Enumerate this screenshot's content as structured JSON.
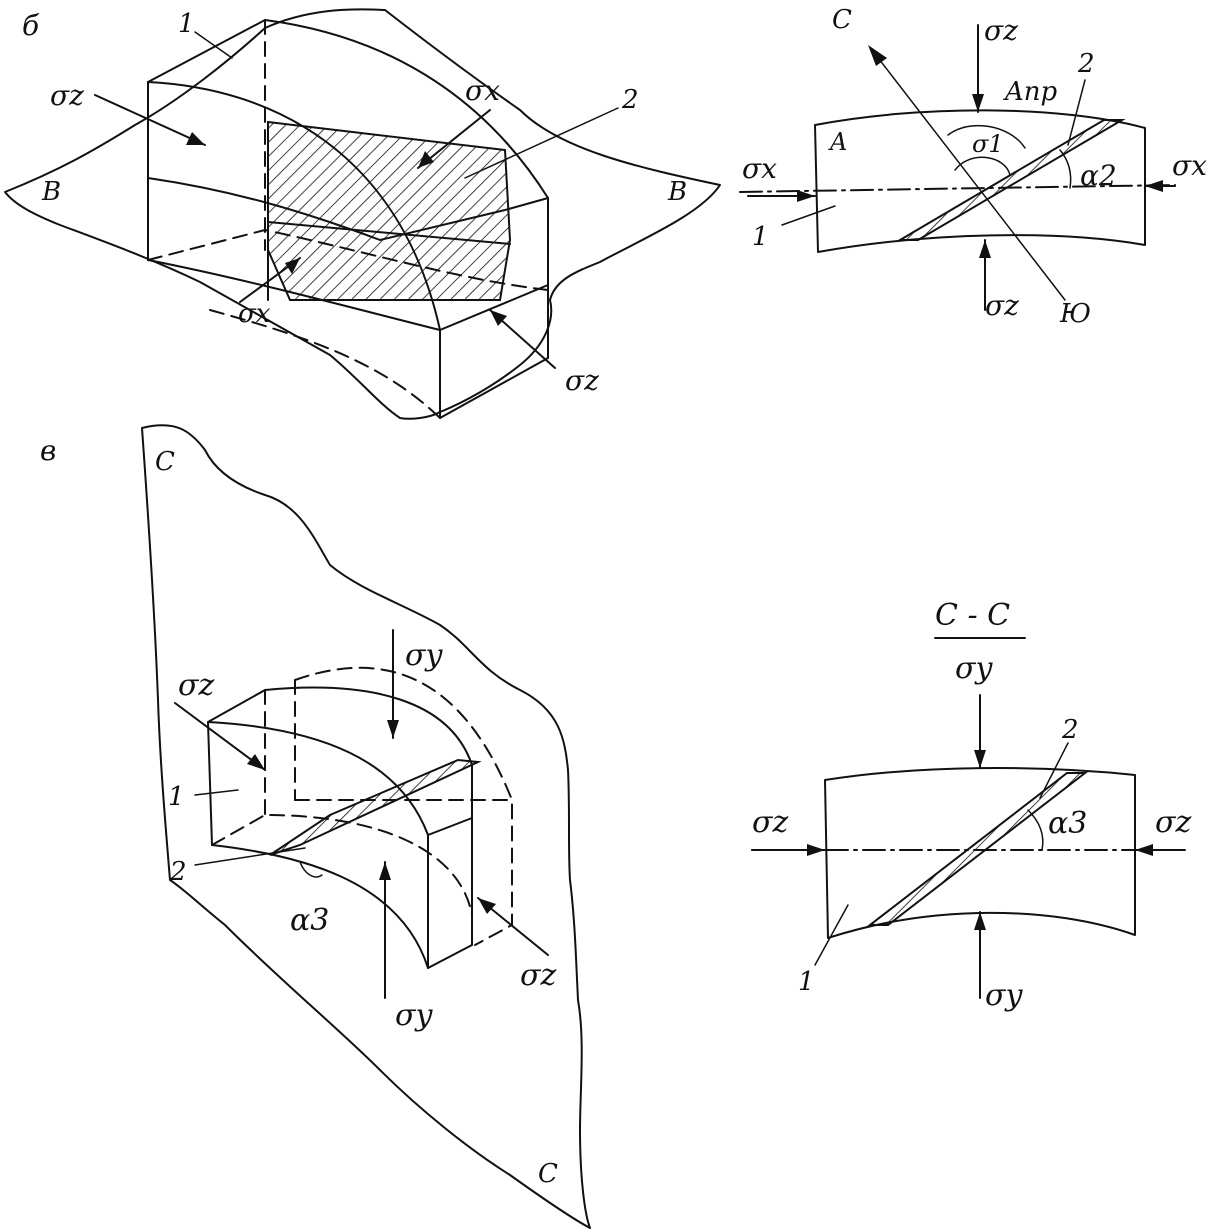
{
  "labels": {
    "panel_b": "б",
    "panel_v": "в",
    "plane_B_left": "В",
    "plane_B_right": "В",
    "plane_C_top": "С",
    "plane_C_bottom": "С",
    "block_1_b": "1",
    "fault_2_b": "2",
    "sigma_z_b_left": "σz",
    "sigma_x_b_top": "σx",
    "sigma_x_b_bottom": "σx",
    "sigma_z_b_bottom": "σz",
    "sec_north": "С",
    "sec_south": "Ю",
    "sec_sigma_z_top": "σz",
    "sec_sigma_z_bottom": "σz",
    "sec_sigma_x_left": "σx",
    "sec_sigma_x_right": "σx",
    "sec_A": "A",
    "sec_A_pr": "Aпр",
    "sec_sigma_1": "σ1",
    "sec_alpha_2": "α2",
    "sec_1": "1",
    "sec_2": "2",
    "v_sigma_z_top": "σz",
    "v_sigma_y_top": "σy",
    "v_1": "1",
    "v_2": "2",
    "v_alpha_3": "α3",
    "v_sigma_y_bottom": "σy",
    "v_sigma_z_bottom": "σz",
    "cc_title": "C - C",
    "cc_sigma_y_top": "σy",
    "cc_sigma_z_left": "σz",
    "cc_sigma_z_right": "σz",
    "cc_alpha_3": "α3",
    "cc_1": "1",
    "cc_2": "2",
    "cc_sigma_y_bottom": "σy"
  }
}
